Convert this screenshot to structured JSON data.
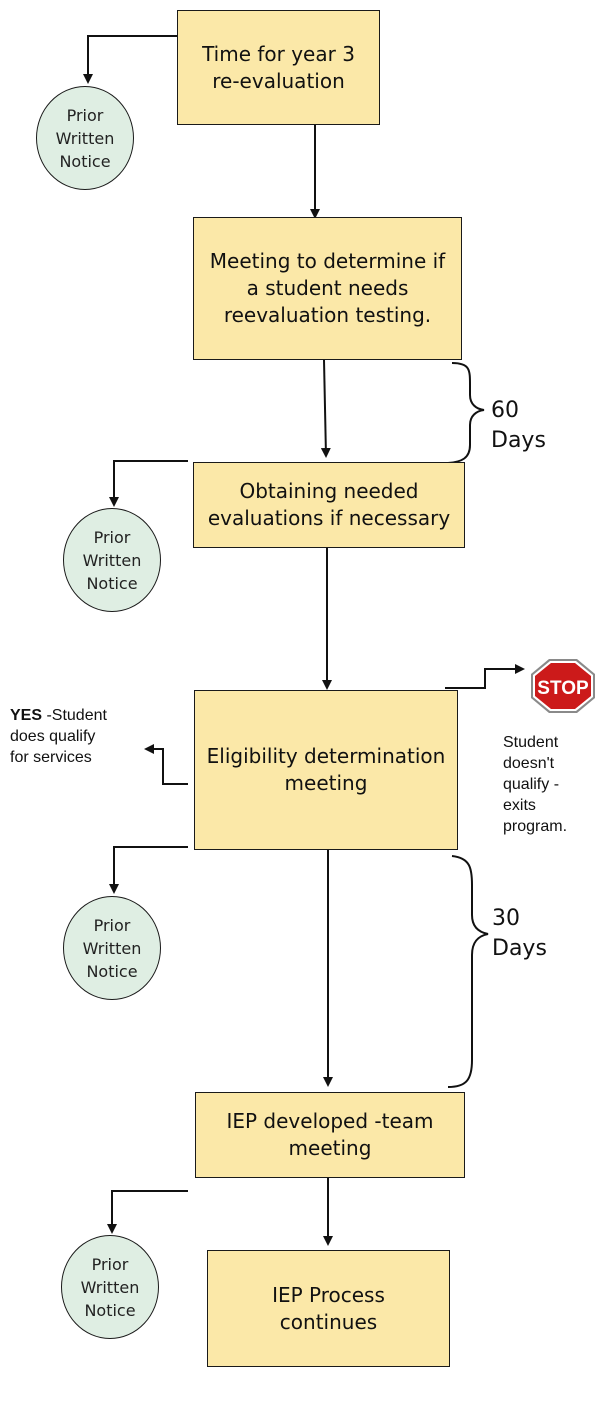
{
  "steps": {
    "step1": "Time for year 3\nre-evaluation",
    "step2": "Meeting to determine if\na student needs\nreevaluation testing.",
    "step3": "Obtaining needed\nevaluations if necessary",
    "step4": "Eligibility determination\nmeeting",
    "step5": "IEP developed -team\nmeeting",
    "step6": "IEP Process\ncontinues"
  },
  "notices": {
    "label": "Prior\nWritten\nNotice"
  },
  "timeframes": {
    "first": "60\nDays",
    "second": "30\nDays"
  },
  "outcomes": {
    "yes_bold": "YES",
    "yes_rest": " -Student\ndoes qualify\nfor services",
    "no": "Student\ndoesn't\nqualify -\nexits\nprogram.",
    "stop_sign_text": "STOP"
  },
  "colors": {
    "box_fill": "#fbe8a8",
    "notice_fill": "#dfeee3",
    "stop_red": "#cc1a1a"
  }
}
